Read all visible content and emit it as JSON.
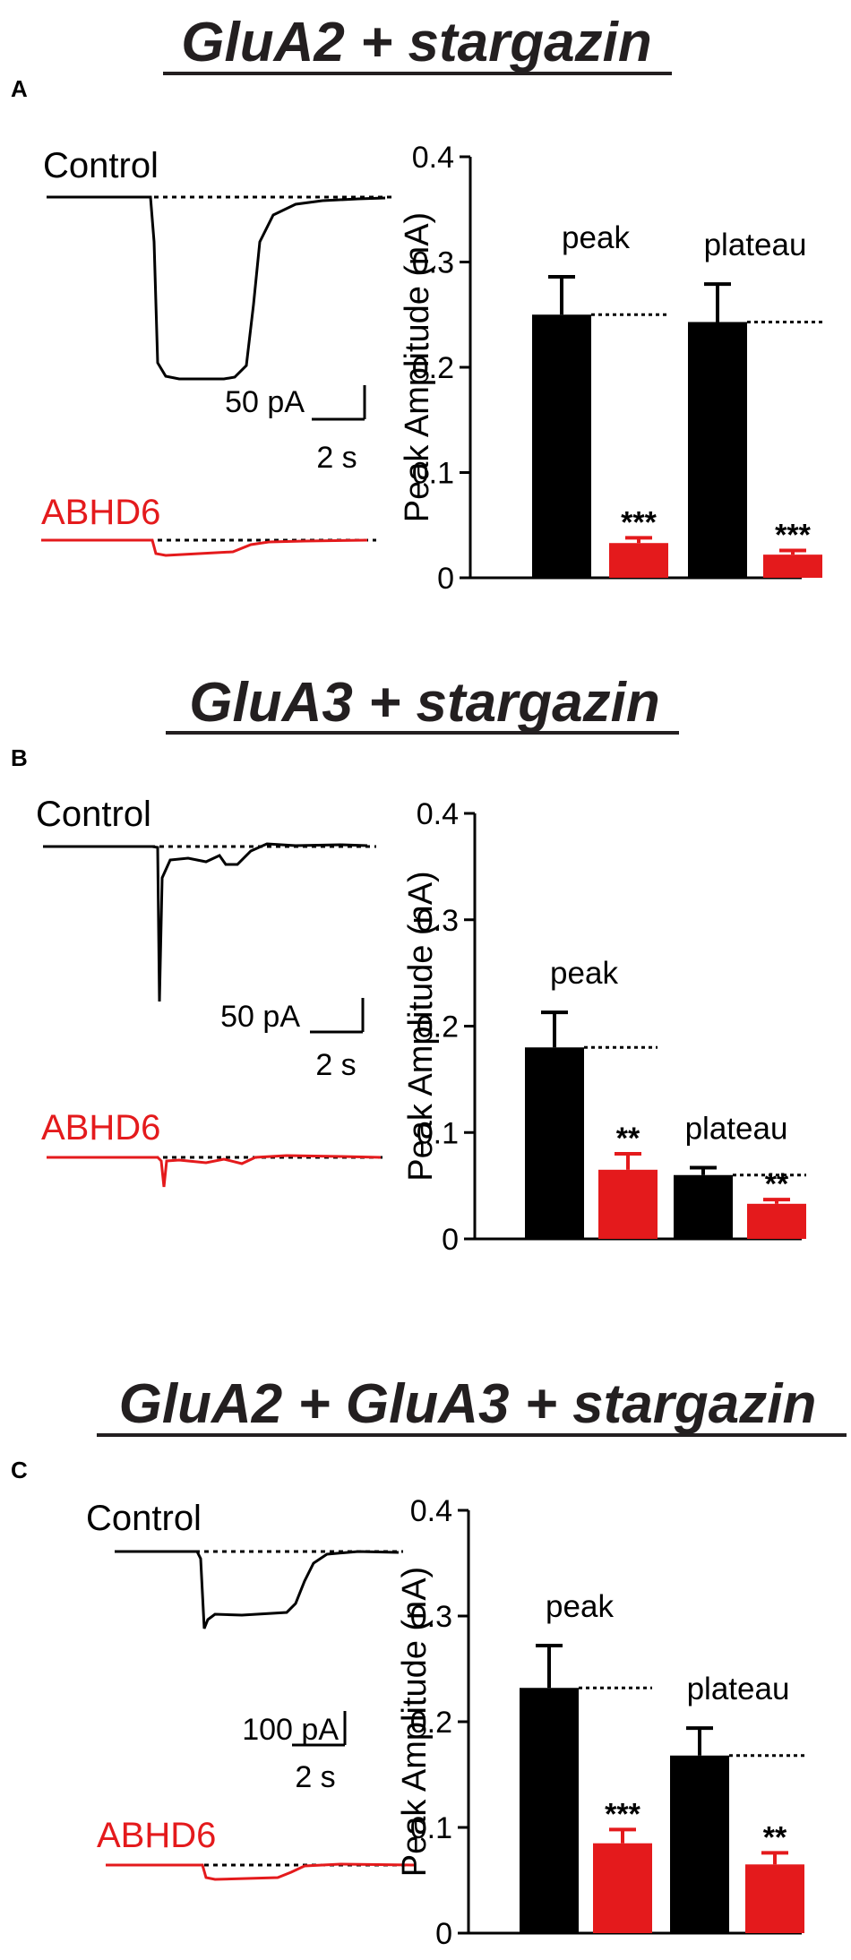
{
  "panels": [
    {
      "letter": "A",
      "title": "GluA2 + stargazin",
      "control_label": "Control",
      "abhd6_label": "ABHD6",
      "scale_current": "50 pA",
      "scale_time": "2 s"
    },
    {
      "letter": "B",
      "title": "GluA3 + stargazin",
      "control_label": "Control",
      "abhd6_label": "ABHD6",
      "scale_current": "50 pA",
      "scale_time": "2 s"
    },
    {
      "letter": "C",
      "title": "GluA2 + GluA3 + stargazin",
      "control_label": "Control",
      "abhd6_label": "ABHD6",
      "scale_current": "100 pA",
      "scale_time": "2 s"
    }
  ],
  "colors": {
    "control": "#000000",
    "abhd6": "#e41a1c",
    "title": "#231f20"
  },
  "chart_data": [
    {
      "type": "bar",
      "ylabel": "Peak Amplitude (nA)",
      "ylim": [
        0,
        0.4
      ],
      "yticks": [
        "0",
        "0.1",
        "0.2",
        "0.3",
        "0.4"
      ],
      "groups": [
        {
          "label": "peak",
          "control": 0.25,
          "control_err": 0.036,
          "abhd6": 0.033,
          "abhd6_err": 0.005,
          "sig": "***"
        },
        {
          "label": "plateau",
          "control": 0.243,
          "control_err": 0.036,
          "abhd6": 0.022,
          "abhd6_err": 0.004,
          "sig": "***"
        }
      ]
    },
    {
      "type": "bar",
      "ylabel": "Peak Amplitude (nA)",
      "ylim": [
        0,
        0.4
      ],
      "yticks": [
        "0",
        "0.1",
        "0.2",
        "0.3",
        "0.4"
      ],
      "groups": [
        {
          "label": "peak",
          "control": 0.18,
          "control_err": 0.033,
          "abhd6": 0.065,
          "abhd6_err": 0.015,
          "sig": "**"
        },
        {
          "label": "plateau",
          "control": 0.06,
          "control_err": 0.007,
          "abhd6": 0.033,
          "abhd6_err": 0.004,
          "sig": "**"
        }
      ]
    },
    {
      "type": "bar",
      "ylabel": "Peak Amplitude (nA)",
      "ylim": [
        0,
        0.4
      ],
      "yticks": [
        "0",
        "0.1",
        "0.2",
        "0.3",
        "0.4"
      ],
      "groups": [
        {
          "label": "peak",
          "control": 0.232,
          "control_err": 0.04,
          "abhd6": 0.085,
          "abhd6_err": 0.013,
          "sig": "***"
        },
        {
          "label": "plateau",
          "control": 0.168,
          "control_err": 0.026,
          "abhd6": 0.065,
          "abhd6_err": 0.011,
          "sig": "**"
        }
      ]
    }
  ]
}
